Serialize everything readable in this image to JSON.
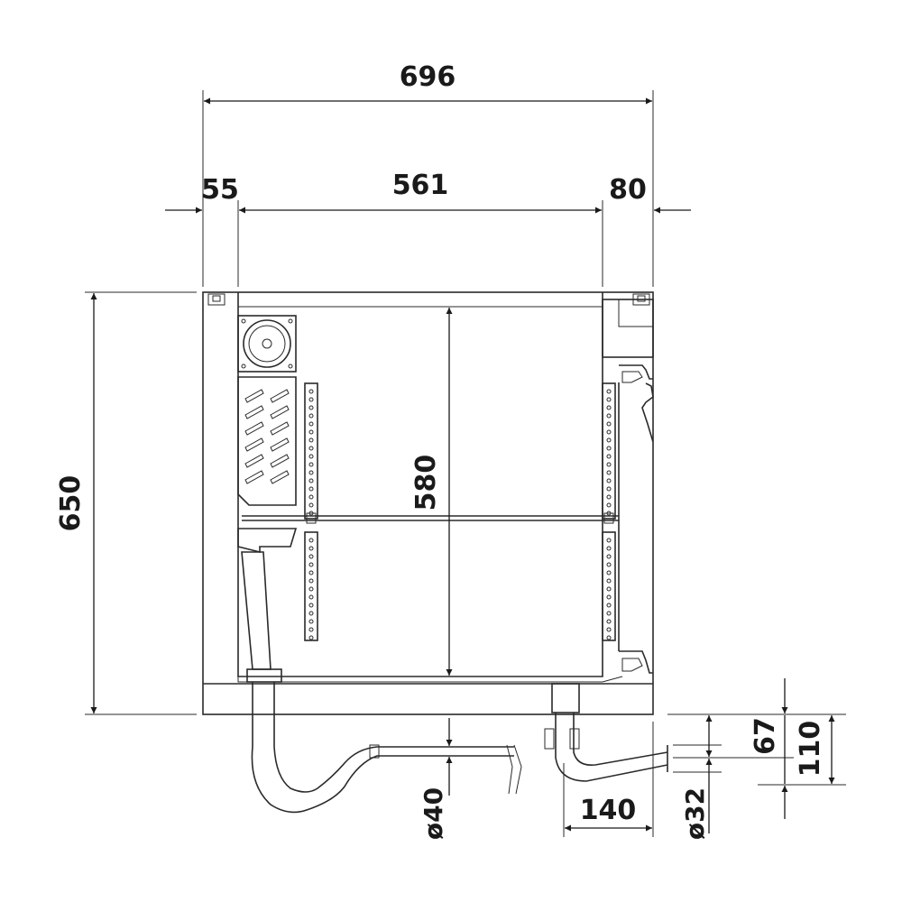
{
  "dimensions": {
    "overall_width": "696",
    "left_offset": "55",
    "inner_width": "561",
    "right_offset": "80",
    "overall_height": "650",
    "inner_height": "580",
    "drain_diameter": "ø40",
    "outlet_height_low": "67",
    "outlet_height_high": "110",
    "outlet_depth": "140",
    "outlet_diameter": "ø32"
  },
  "colors": {
    "line": "#2a2a2a",
    "text": "#1a1a1a",
    "background": "#ffffff"
  }
}
